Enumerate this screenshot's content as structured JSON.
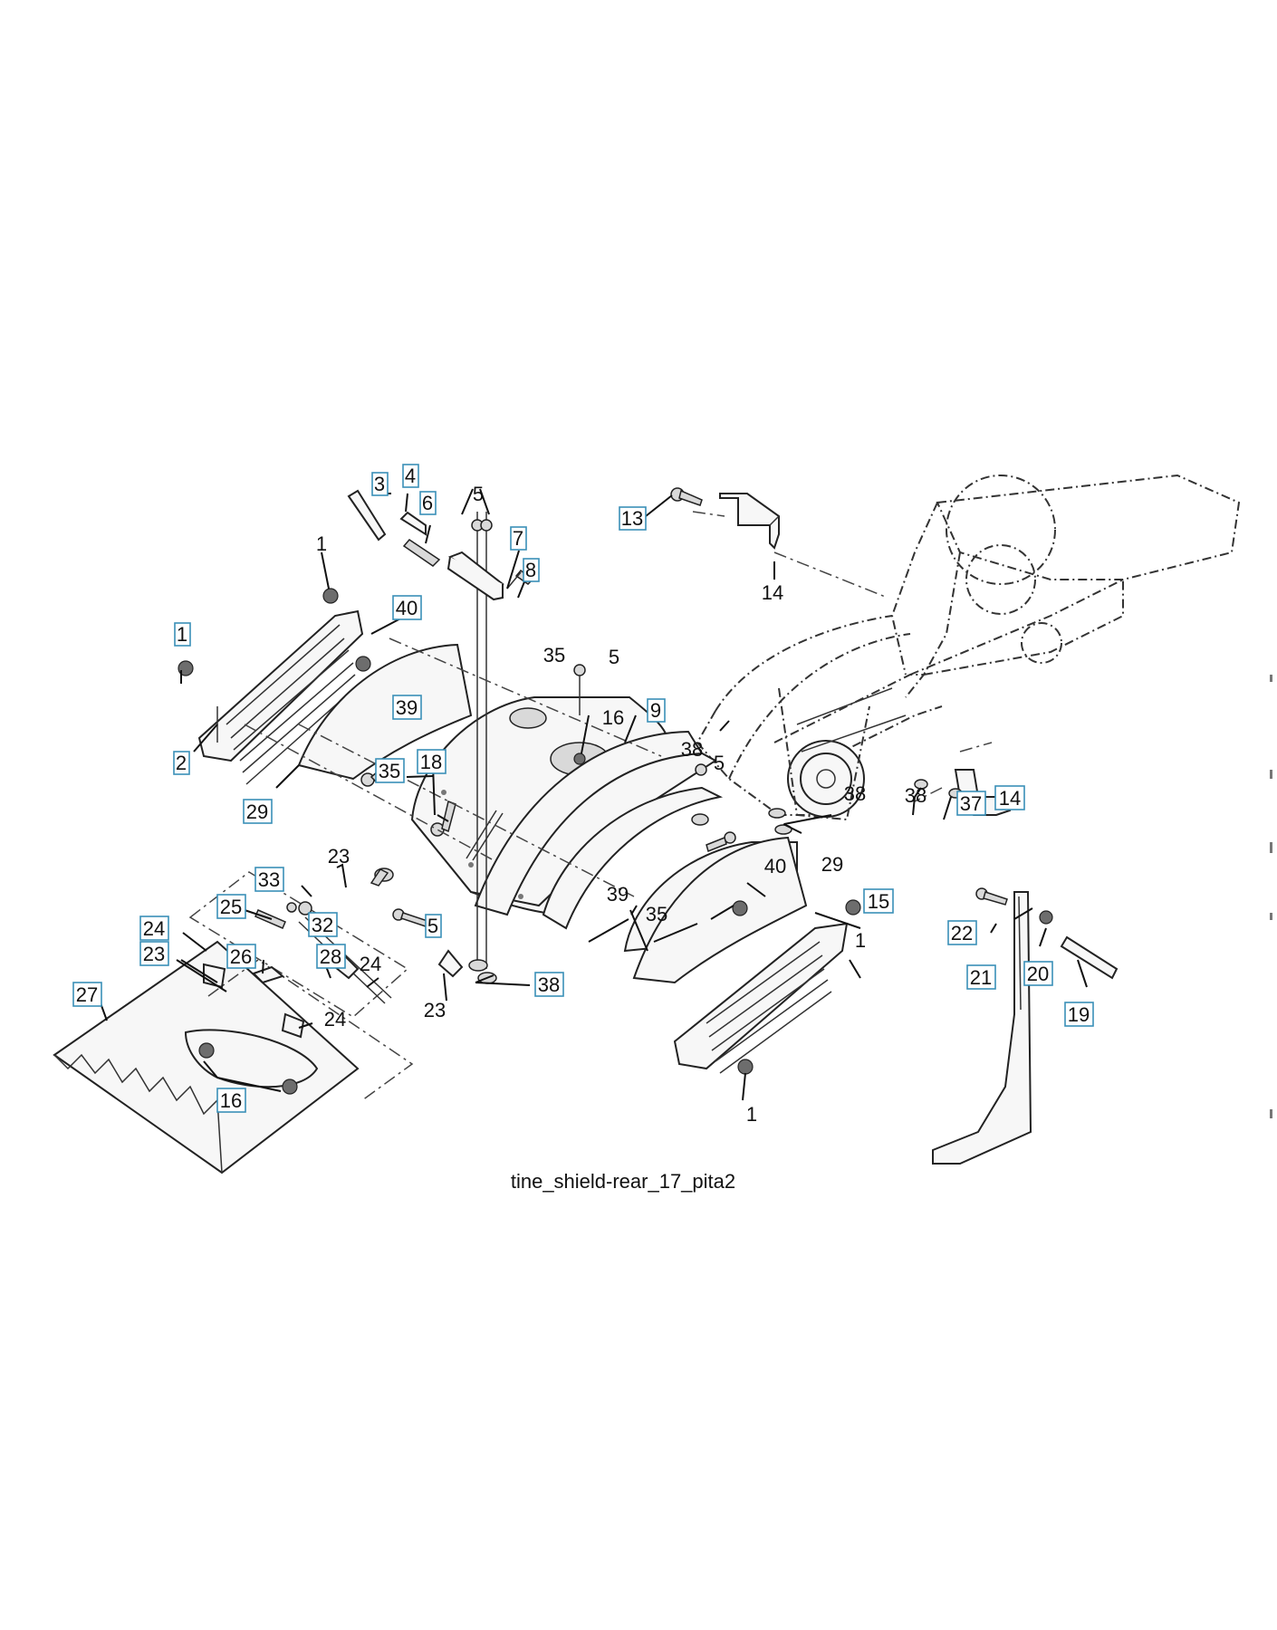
{
  "caption": "tine_shield-rear_17_pita2",
  "callouts": [
    {
      "label": "1",
      "boxed": true
    },
    {
      "label": "1",
      "boxed": false
    },
    {
      "label": "1",
      "boxed": false
    },
    {
      "label": "1",
      "boxed": false
    },
    {
      "label": "2",
      "boxed": true
    },
    {
      "label": "3",
      "boxed": true
    },
    {
      "label": "4",
      "boxed": true
    },
    {
      "label": "5",
      "boxed": false
    },
    {
      "label": "5",
      "boxed": false
    },
    {
      "label": "5",
      "boxed": false
    },
    {
      "label": "5",
      "boxed": true
    },
    {
      "label": "6",
      "boxed": true
    },
    {
      "label": "7",
      "boxed": true
    },
    {
      "label": "8",
      "boxed": true
    },
    {
      "label": "9",
      "boxed": true
    },
    {
      "label": "13",
      "boxed": true
    },
    {
      "label": "14",
      "boxed": false
    },
    {
      "label": "14",
      "boxed": true
    },
    {
      "label": "15",
      "boxed": true
    },
    {
      "label": "16",
      "boxed": false
    },
    {
      "label": "16",
      "boxed": true
    },
    {
      "label": "18",
      "boxed": true
    },
    {
      "label": "19",
      "boxed": true
    },
    {
      "label": "20",
      "boxed": true
    },
    {
      "label": "21",
      "boxed": true
    },
    {
      "label": "22",
      "boxed": true
    },
    {
      "label": "23",
      "boxed": false
    },
    {
      "label": "23",
      "boxed": true
    },
    {
      "label": "23",
      "boxed": false
    },
    {
      "label": "24",
      "boxed": true
    },
    {
      "label": "24",
      "boxed": false
    },
    {
      "label": "24",
      "boxed": false
    },
    {
      "label": "25",
      "boxed": true
    },
    {
      "label": "26",
      "boxed": true
    },
    {
      "label": "27",
      "boxed": true
    },
    {
      "label": "28",
      "boxed": true
    },
    {
      "label": "29",
      "boxed": true
    },
    {
      "label": "29",
      "boxed": false
    },
    {
      "label": "32",
      "boxed": true
    },
    {
      "label": "33",
      "boxed": true
    },
    {
      "label": "35",
      "boxed": false
    },
    {
      "label": "35",
      "boxed": true
    },
    {
      "label": "35",
      "boxed": false
    },
    {
      "label": "37",
      "boxed": true
    },
    {
      "label": "38",
      "boxed": false
    },
    {
      "label": "38",
      "boxed": false
    },
    {
      "label": "38",
      "boxed": false
    },
    {
      "label": "38",
      "boxed": true
    },
    {
      "label": "39",
      "boxed": true
    },
    {
      "label": "39",
      "boxed": false
    },
    {
      "label": "40",
      "boxed": true
    },
    {
      "label": "40",
      "boxed": false
    }
  ],
  "colors": {
    "callout_box_border": "#3a8fb7",
    "line_art": "#222222"
  }
}
